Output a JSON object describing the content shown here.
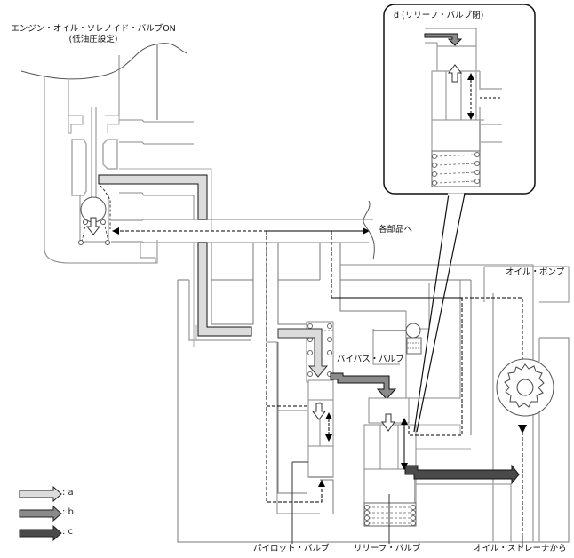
{
  "title": {
    "line1": "エンジン・オイル・ソレノイド・バルブON",
    "line2": "(低油圧設定)"
  },
  "inset": {
    "title": "d (リリーフ・バルブ閉)"
  },
  "labels": {
    "to_parts": "各部品へ",
    "oil_pump": "オイル・ポンプ",
    "bypass_valve": "バイパス・バルブ",
    "pilot_valve": "パイロット・バルブ",
    "relief_valve": "リリーフ・バルブ",
    "from_strainer": "オイル・ストレーナから"
  },
  "legend": [
    {
      "key": "a",
      "label": ": a",
      "color": "#dcdcdc"
    },
    {
      "key": "b",
      "label": ": b",
      "color": "#8a8a8a"
    },
    {
      "key": "c",
      "label": ": c",
      "color": "#4a4a4a"
    }
  ],
  "colors": {
    "line_dark": "#555555",
    "line_light": "#b0b0b0",
    "flow_a": "#dcdcdc",
    "flow_b": "#8a8a8a",
    "flow_c": "#4a4a4a"
  }
}
